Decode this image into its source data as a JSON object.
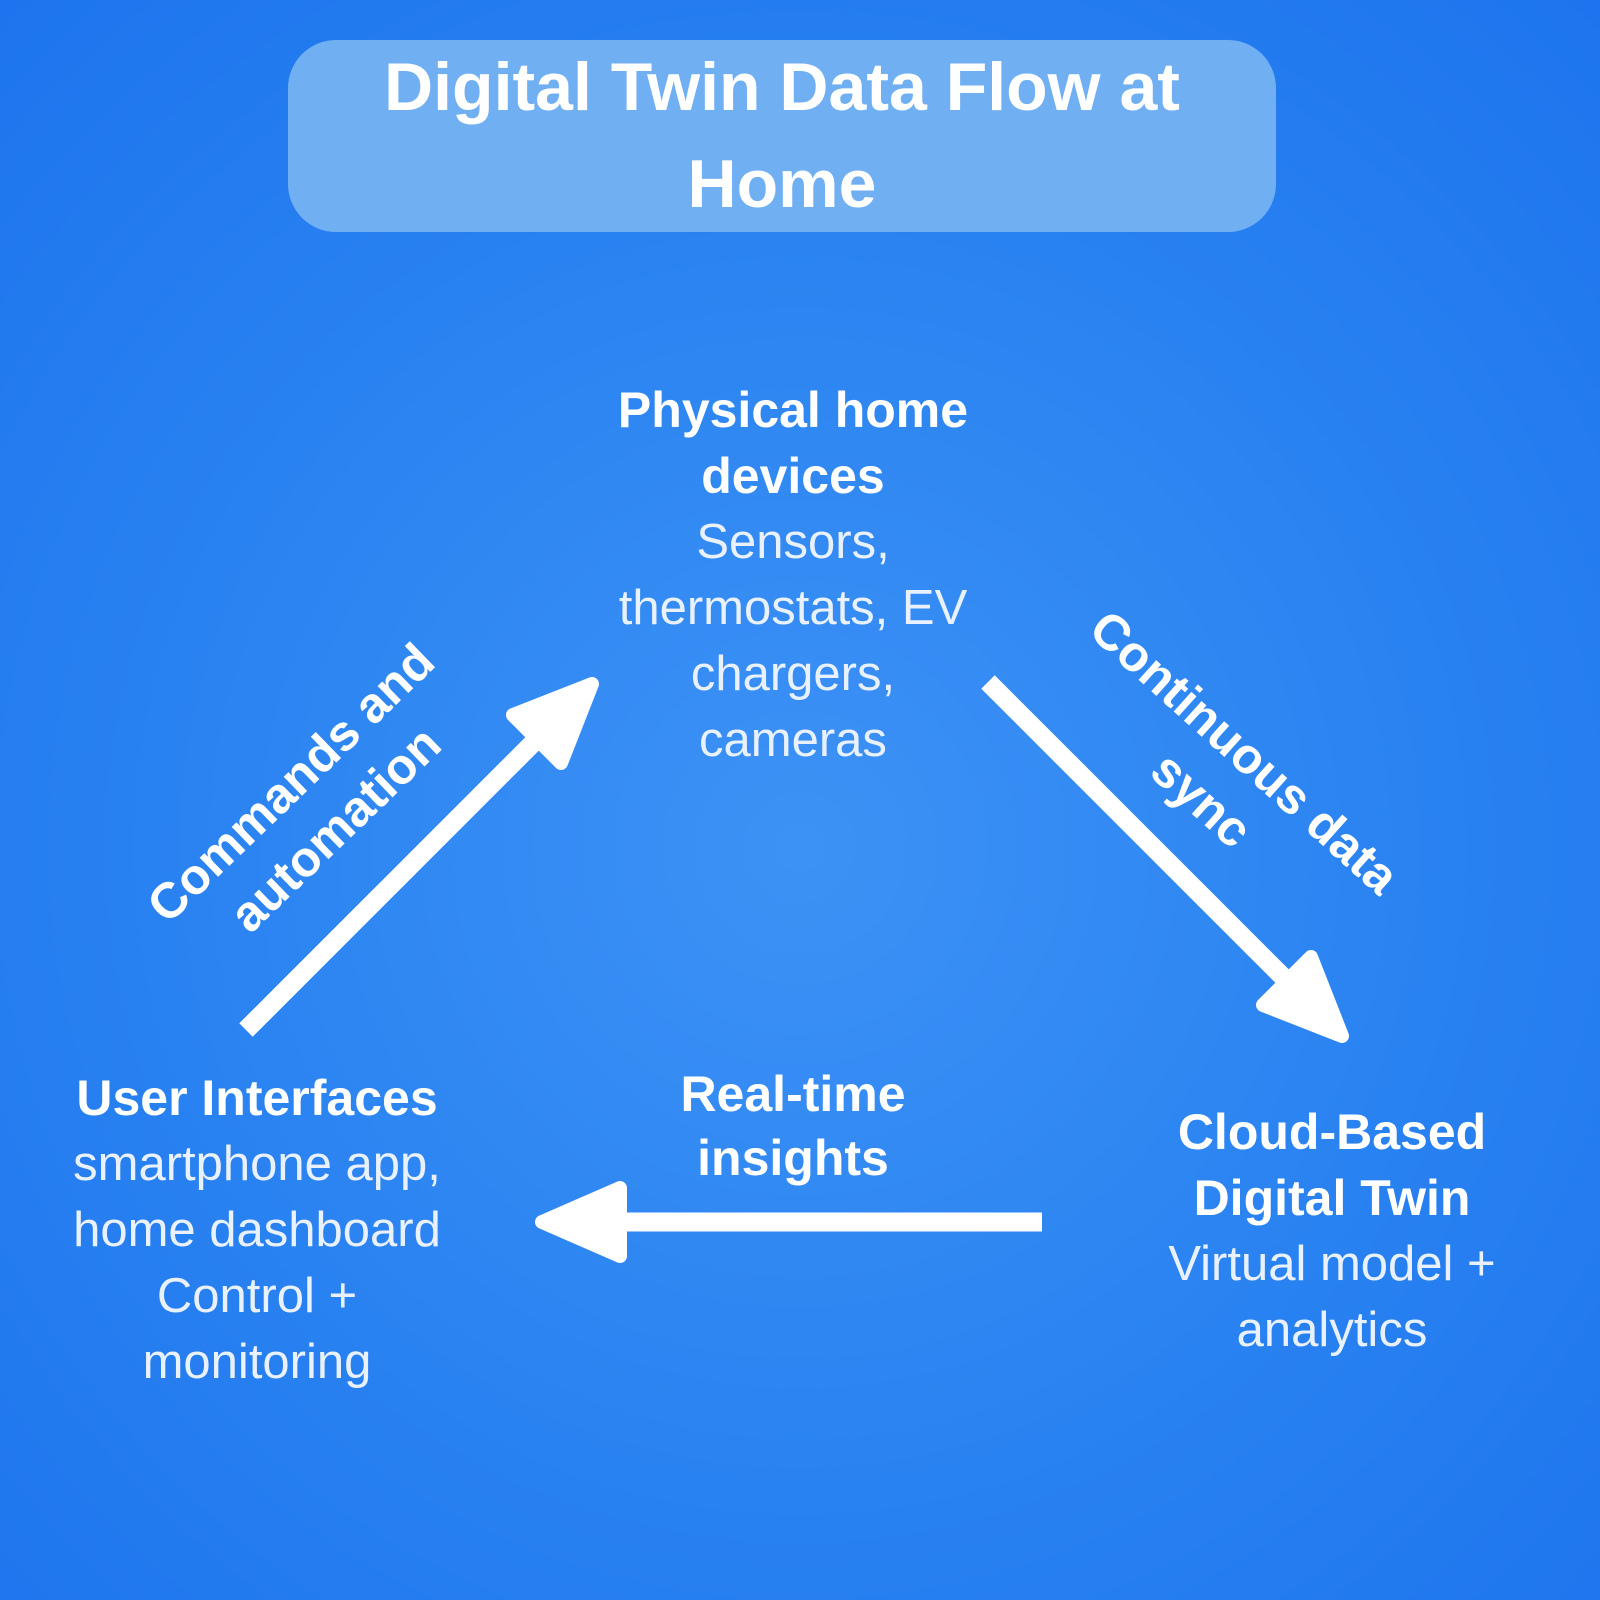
{
  "title": {
    "lines": [
      "Digital Twin Data Flow at",
      "Home"
    ]
  },
  "nodes": {
    "physical": {
      "heading": [
        "Physical home",
        "devices"
      ],
      "body": [
        "Sensors,",
        "thermostats, EV",
        "chargers,",
        "cameras"
      ]
    },
    "user": {
      "heading": [
        "User Interfaces"
      ],
      "body": [
        "smartphone app,",
        "home dashboard",
        "Control +",
        "monitoring"
      ]
    },
    "cloud": {
      "heading": [
        "Cloud-Based",
        "Digital Twin"
      ],
      "body": [
        "Virtual model +",
        "analytics"
      ]
    }
  },
  "edges": {
    "commands": {
      "label": [
        "Commands and",
        "automation"
      ],
      "from": "User Interfaces",
      "to": "Physical home devices"
    },
    "sync": {
      "label": [
        "Continuous data",
        "sync"
      ],
      "from": "Physical home devices",
      "to": "Cloud-Based Digital Twin"
    },
    "insights": {
      "label": [
        "Real-time",
        "insights"
      ],
      "from": "Cloud-Based Digital Twin",
      "to": "User Interfaces"
    }
  },
  "colors": {
    "bg_center": "#3d92f5",
    "bg_mid": "#2a83f1",
    "bg_edge": "#1d74ee",
    "title_box": "#70aff2",
    "heading_text": "#ffffff",
    "body_text": "#e8f1fd",
    "arrow": "#ffffff"
  }
}
